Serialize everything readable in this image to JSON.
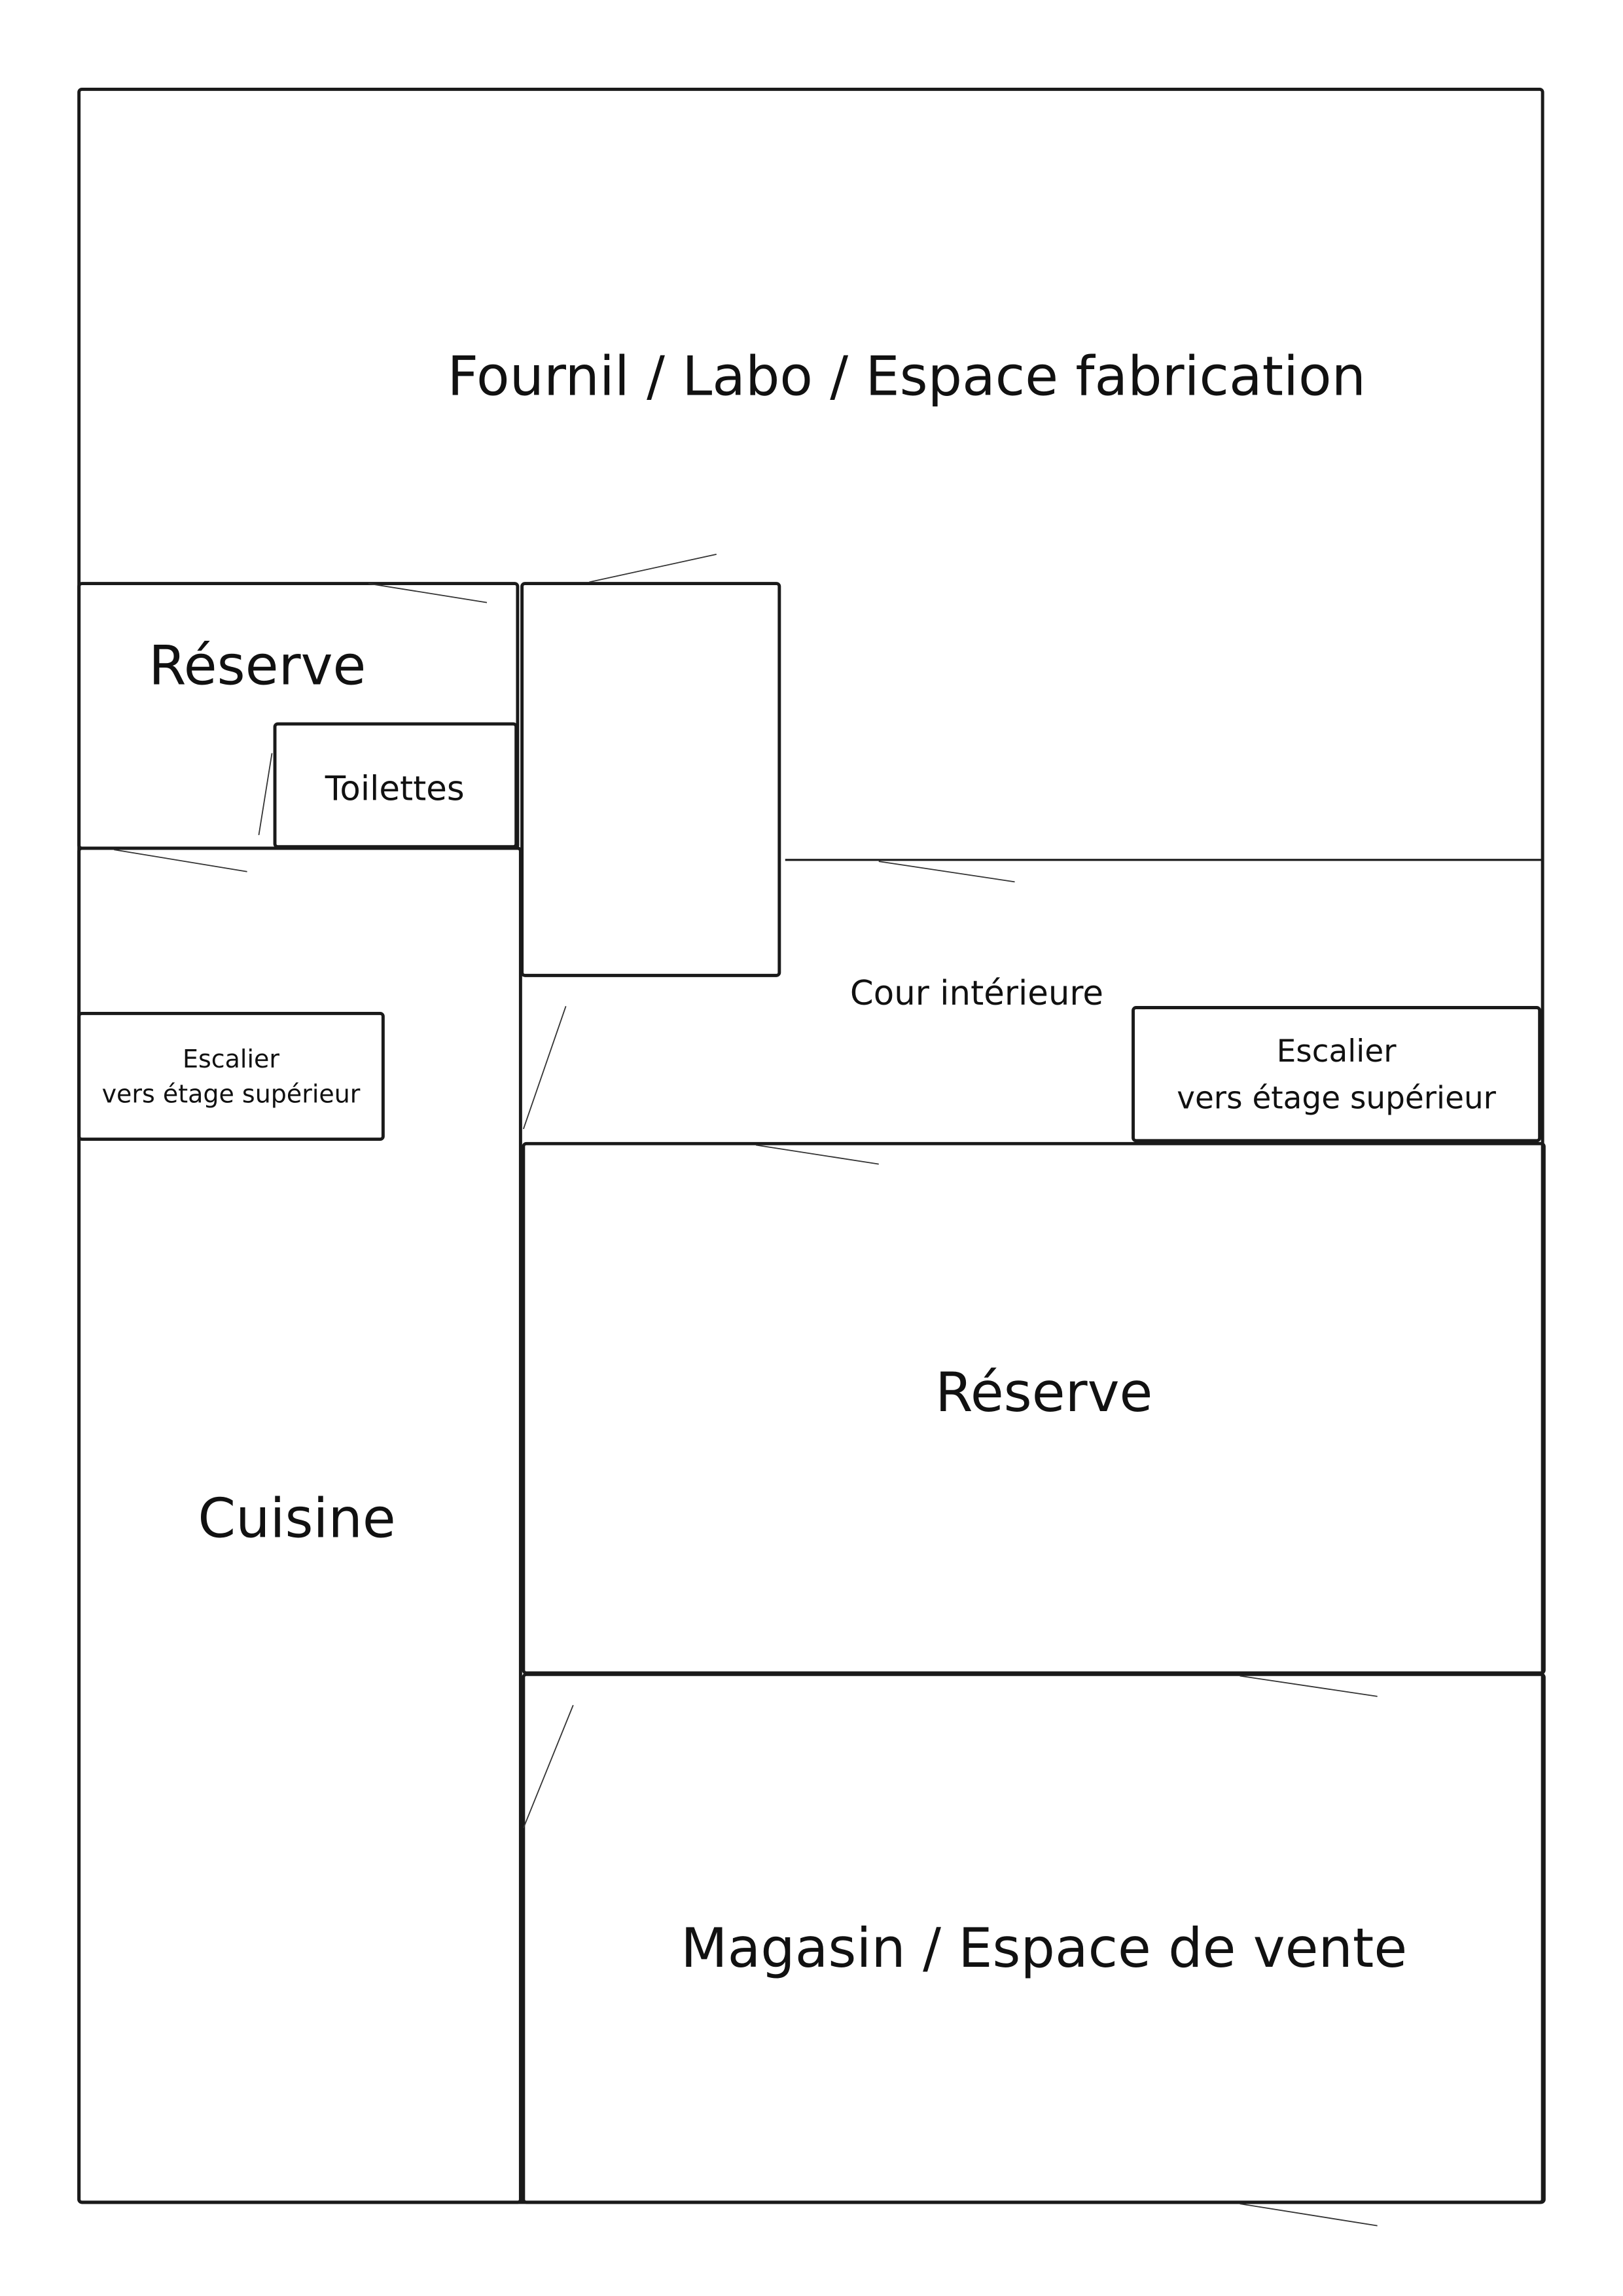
{
  "plan": {
    "rooms": {
      "fournil": "Fournil / Labo / Espace fabrication",
      "reserve_small": "Réserve",
      "toilettes": "Toilettes",
      "escalier_left_line1": "Escalier",
      "escalier_left_line2": "vers étage supérieur",
      "cour": "Cour intérieure",
      "escalier_right_line1": "Escalier",
      "escalier_right_line2": "vers étage supérieur",
      "reserve_large": "Réserve",
      "cuisine": "Cuisine",
      "magasin": "Magasin / Espace de vente"
    },
    "colors": {
      "line": "#1a1a1a",
      "background": "#ffffff"
    }
  }
}
